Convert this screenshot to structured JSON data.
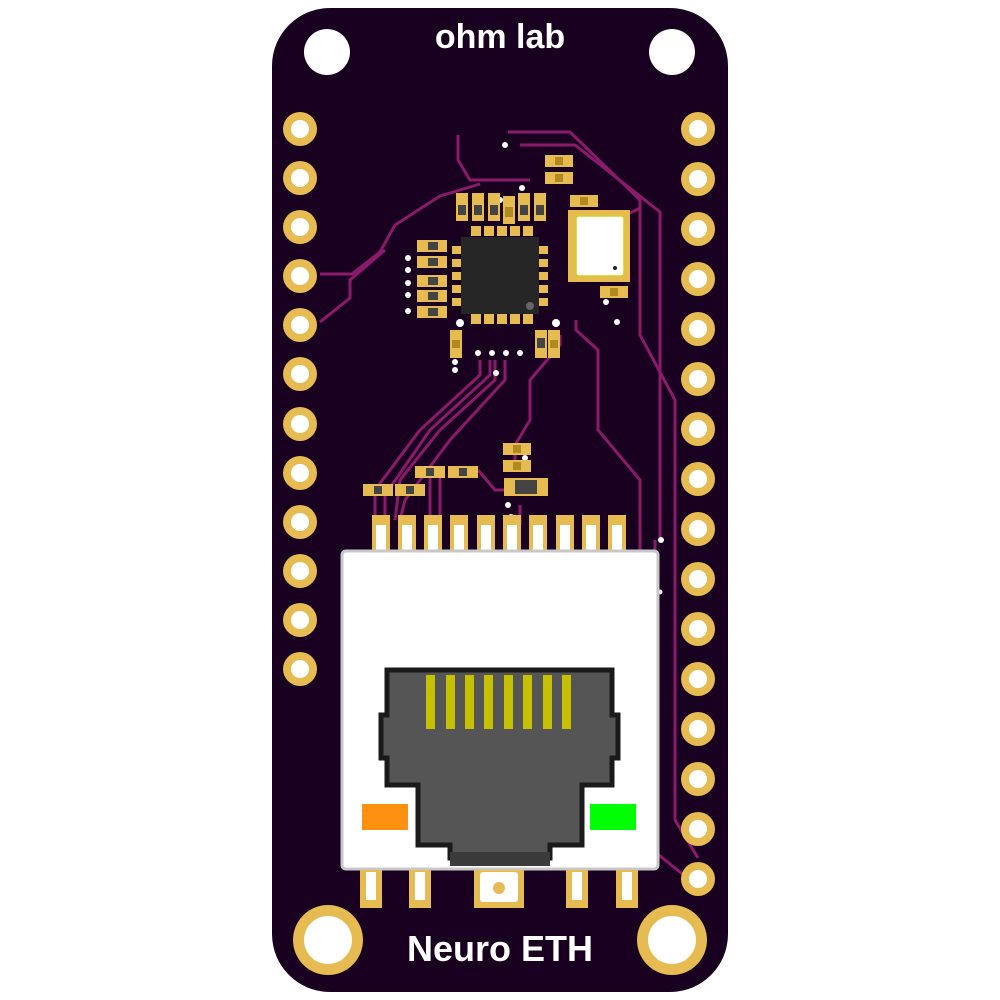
{
  "board": {
    "brand_label": "ohm lab",
    "product_label": "Neuro ETH",
    "colors": {
      "soldermask": "#1a0020",
      "trace": "#8a1a6a",
      "copper_pad": "#e6bc52",
      "silkscreen": "#ffffff",
      "jack_body": "#555555",
      "jack_contacts": "#c5c000",
      "led_left": "#ff9010",
      "led_right": "#00ff00"
    },
    "left_header_pin_count": 12,
    "right_header_pin_count": 16,
    "mounting_holes": 4
  },
  "components": {
    "ic": "qfn-ethernet-controller",
    "crystal": "crystal-oscillator",
    "connector": "rj45-jack",
    "leds": [
      "link-led-orange",
      "activity-led-green"
    ]
  }
}
